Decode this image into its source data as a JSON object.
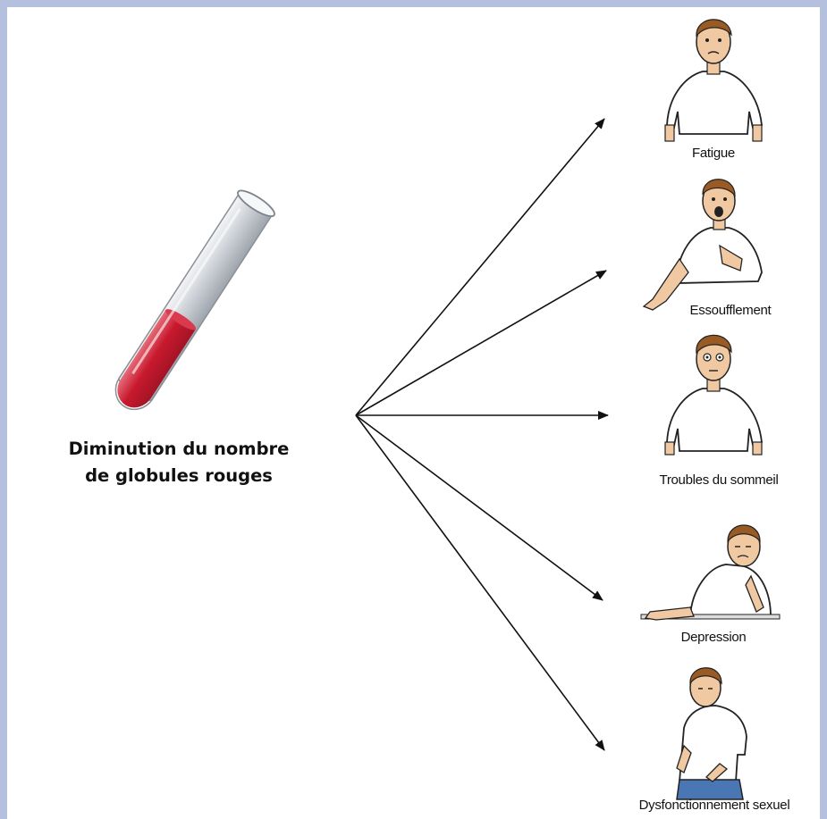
{
  "cause": {
    "line1": "Diminution du nombre",
    "line2": "de globules rouges"
  },
  "symptoms": [
    {
      "label": "Fatigue",
      "icon": "tired-person-icon"
    },
    {
      "label": "Essoufflement",
      "icon": "breathless-person-icon"
    },
    {
      "label": "Troubles du sommeil",
      "icon": "sleepless-person-icon"
    },
    {
      "label": "Depression",
      "icon": "depressed-person-icon"
    },
    {
      "label": "Dysfonctionnement sexuel",
      "icon": "sexual-dysfunction-person-icon"
    }
  ],
  "colors": {
    "frame": "#b5c0df",
    "blood": "#c8192e",
    "tube": "#cfd3d8",
    "shirt": "#ffffff",
    "skin": "#f0c9a2",
    "hair": "#9a5a24",
    "pants": "#4a77b4"
  }
}
